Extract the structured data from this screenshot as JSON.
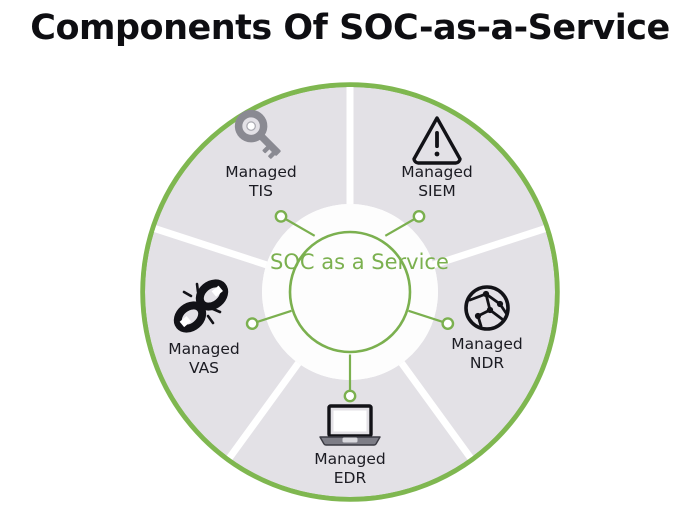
{
  "title": "Components Of SOC-as-a-Service",
  "center": {
    "line1": "SOC",
    "line2": "as a",
    "line3": "Service"
  },
  "colors": {
    "ring": "#7fb750",
    "wedge": "#e3e1e6",
    "wedge_gap": "#ffffff",
    "center_fill": "#fdfdfd",
    "center_stroke": "#7bb04f",
    "connector": "#7bb04f",
    "label_text": "#1b1b22",
    "center_text": "#7bb04f",
    "title_text": "#0e0e12",
    "icon_dark": "#121217",
    "icon_gray": "#8a8a92"
  },
  "segments": [
    {
      "id": "tis",
      "label_line1": "Managed",
      "label_line2": "TIS",
      "icon": "key-icon",
      "angle_deg": -126
    },
    {
      "id": "siem",
      "label_line1": "Managed",
      "label_line2": "SIEM",
      "icon": "warning-triangle-icon",
      "angle_deg": -54
    },
    {
      "id": "ndr",
      "label_line1": "Managed",
      "label_line2": "NDR",
      "icon": "network-globe-icon",
      "angle_deg": 18
    },
    {
      "id": "edr",
      "label_line1": "Managed",
      "label_line2": "EDR",
      "icon": "laptop-icon",
      "angle_deg": 90
    },
    {
      "id": "vas",
      "label_line1": "Managed",
      "label_line2": "VAS",
      "icon": "broken-chain-icon",
      "angle_deg": 162
    }
  ],
  "chart_data": {
    "type": "pie",
    "title": "Components Of SOC-as-a-Service",
    "categories": [
      "Managed TIS",
      "Managed SIEM",
      "Managed NDR",
      "Managed EDR",
      "Managed VAS"
    ],
    "values": [
      20,
      20,
      20,
      20,
      20
    ],
    "center_label": "SOC as a Service",
    "legend": "none",
    "grid": false
  }
}
